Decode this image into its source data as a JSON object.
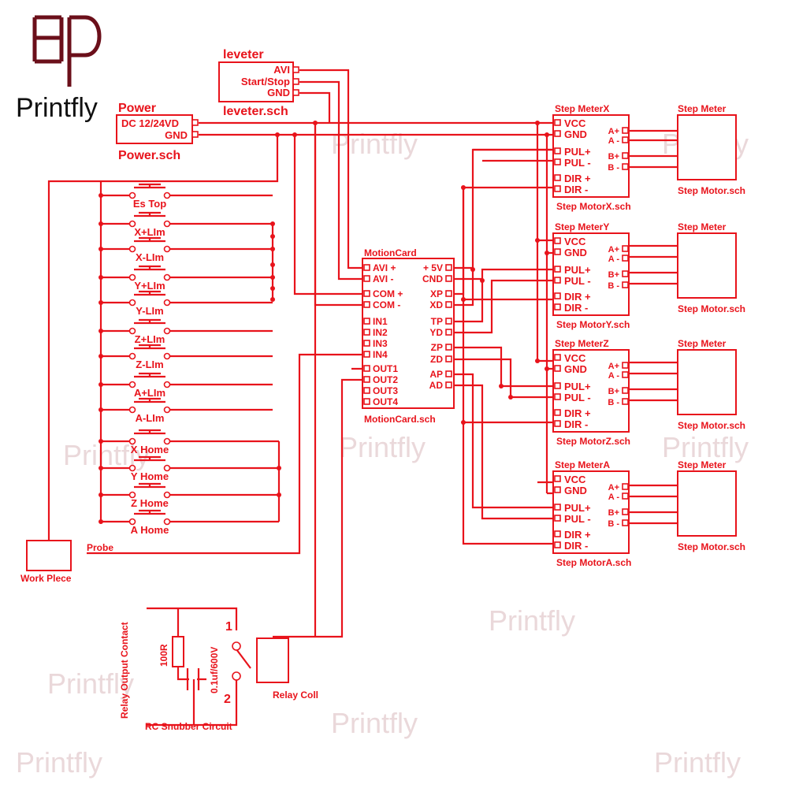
{
  "brand": {
    "name": "Printfly",
    "colors": {
      "logo_dark": "#6b0f1a",
      "wire": "#e8131b",
      "watermark": "#ead8da"
    }
  },
  "leveter": {
    "title": "leveter",
    "pins": [
      "AVI",
      "Start/Stop",
      "GND"
    ],
    "file": "leveter.sch"
  },
  "power": {
    "title": "Power",
    "pins": [
      "DC 12/24VD",
      "GND"
    ],
    "file": "Power.sch"
  },
  "motion_card": {
    "title": "MotionCard",
    "left_pins": [
      "AVI +",
      "AVI -",
      "COM +",
      "COM -",
      "IN1",
      "IN2",
      "IN3",
      "IN4",
      "OUT1",
      "OUT2",
      "OUT3",
      "OUT4"
    ],
    "right_pins": [
      "+ 5V",
      "CND",
      "XP",
      "XD",
      "TP",
      "YD",
      "ZP",
      "ZD",
      "AP",
      "AD"
    ],
    "file": "MotionCard.sch"
  },
  "switches": [
    "Es Top",
    "X+LIm",
    "X-LIm",
    "Y+LIm",
    "Y-LIm",
    "Z+LIm",
    "Z-LIm",
    "A+LIm",
    "A-LIm",
    "X Home",
    "Y Home",
    "Z Home",
    "A Home"
  ],
  "drivers": [
    {
      "title": "Step MeterX",
      "file": "Step MotorX.sch"
    },
    {
      "title": "Step MeterY",
      "file": "Step MotorY.sch"
    },
    {
      "title": "Step MeterZ",
      "file": "Step MotorZ.sch"
    },
    {
      "title": "Step MeterA",
      "file": "Step MotorA.sch"
    }
  ],
  "driver_pins_left": [
    "VCC",
    "GND",
    "PUL+",
    "PUL -",
    "DIR +",
    "DIR -"
  ],
  "driver_pins_right": [
    "A+",
    "A -",
    "B+",
    "B -"
  ],
  "motor": {
    "title": "Step Meter",
    "file": "Step Motor.sch"
  },
  "misc": {
    "work_piece": "Work Plece",
    "probe": "Probe",
    "relay_coil": "Relay Coll",
    "relay_contact": "Relay Output Contact",
    "resistor": "100R",
    "capacitor": "0.1uf/600V",
    "snubber": "RC Snubber Circuit",
    "contact_1": "1",
    "contact_2": "2"
  }
}
